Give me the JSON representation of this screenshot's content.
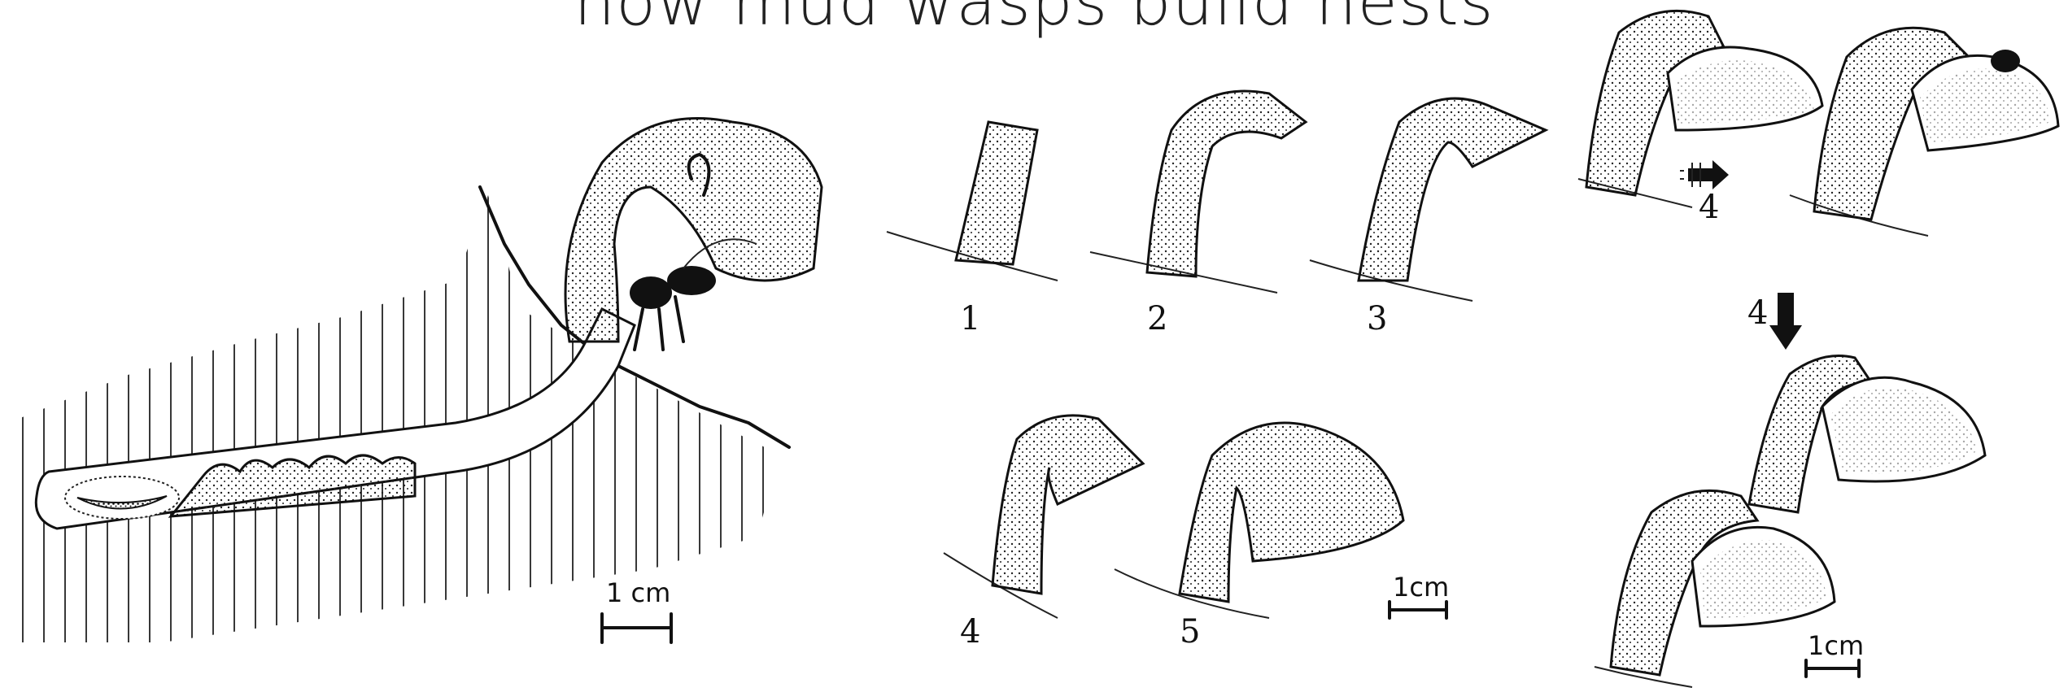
{
  "title": "how mud wasps build nests",
  "labels": {
    "stage1": "1",
    "stage2": "2",
    "stage3": "3",
    "stage4": "4",
    "stage5": "5",
    "arrow_right": "4",
    "arrow_down": "4"
  },
  "scale_bars": {
    "left": "1 cm",
    "middle": "1cm",
    "right": "1cm"
  }
}
